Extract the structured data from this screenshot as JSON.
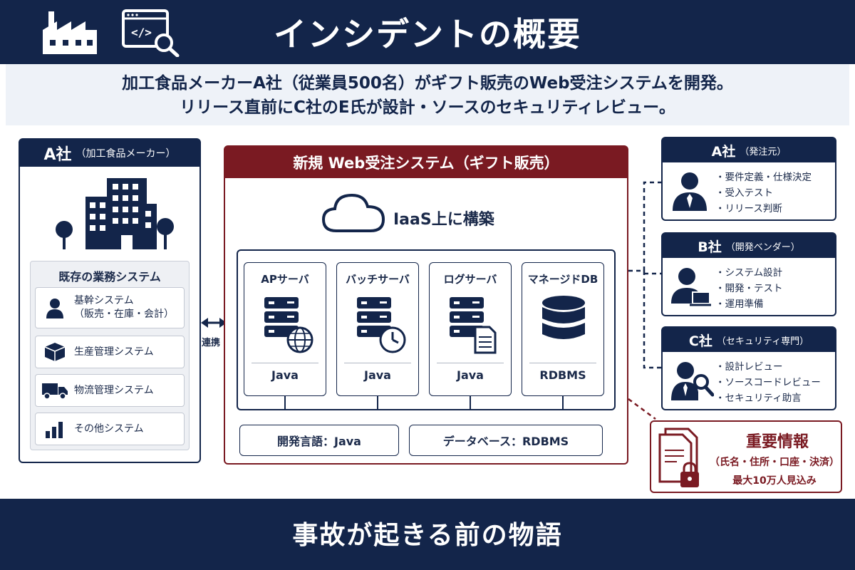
{
  "header": {
    "title": "インシデントの概要"
  },
  "intro": {
    "line1": "加工食品メーカーA社（従業員500名）がギフト販売のWeb受注システムを開発。",
    "line2": "リリース直前にC社のE氏が設計・ソースのセキュリティレビュー。"
  },
  "company_a": {
    "name": "A社",
    "subtitle": "（加工食品メーカー）",
    "existing_title": "既存の業務システム",
    "systems": [
      {
        "icon": "person-icon",
        "line1": "基幹システム",
        "line2": "（販売・在庫・会計）"
      },
      {
        "icon": "box-icon",
        "line1": "生産管理システム",
        "line2": ""
      },
      {
        "icon": "truck-icon",
        "line1": "物流管理システム",
        "line2": ""
      },
      {
        "icon": "bar-chart-icon",
        "line1": "その他システム",
        "line2": ""
      }
    ]
  },
  "link_label": "連携",
  "new_system": {
    "title": "新規 Web受注システム（ギフト販売）",
    "iaas_label": "IaaS上に構築",
    "servers": [
      {
        "name": "APサーバ",
        "lang": "Java",
        "icon": "web-server-icon"
      },
      {
        "name": "バッチサーバ",
        "lang": "Java",
        "icon": "batch-server-icon"
      },
      {
        "name": "ログサーバ",
        "lang": "Java",
        "icon": "log-server-icon"
      },
      {
        "name": "マネージドDB",
        "lang": "RDBMS",
        "icon": "database-icon"
      }
    ],
    "dev_language": "開発言語：Java",
    "database": "データベース：RDBMS"
  },
  "roles": [
    {
      "name": "A社",
      "subtitle": "（発注元）",
      "items": [
        "要件定義・仕様決定",
        "受入テスト",
        "リリース判断"
      ]
    },
    {
      "name": "B社",
      "subtitle": "（開発ベンダー）",
      "items": [
        "システム設計",
        "開発・テスト",
        "運用準備"
      ]
    },
    {
      "name": "C社",
      "subtitle": "（セキュリティ専門）",
      "items": [
        "設計レビュー",
        "ソースコードレビュー",
        "セキュリティ助言"
      ]
    }
  ],
  "important_info": {
    "title": "重要情報",
    "line1": "（氏名・住所・口座・決済）",
    "line2": "最大10万人見込み"
  },
  "footer": {
    "text": "事故が起きる前の物語"
  },
  "colors": {
    "navy": "#13254a",
    "maroon": "#7a1a22",
    "light_bg": "#eef2f8"
  }
}
